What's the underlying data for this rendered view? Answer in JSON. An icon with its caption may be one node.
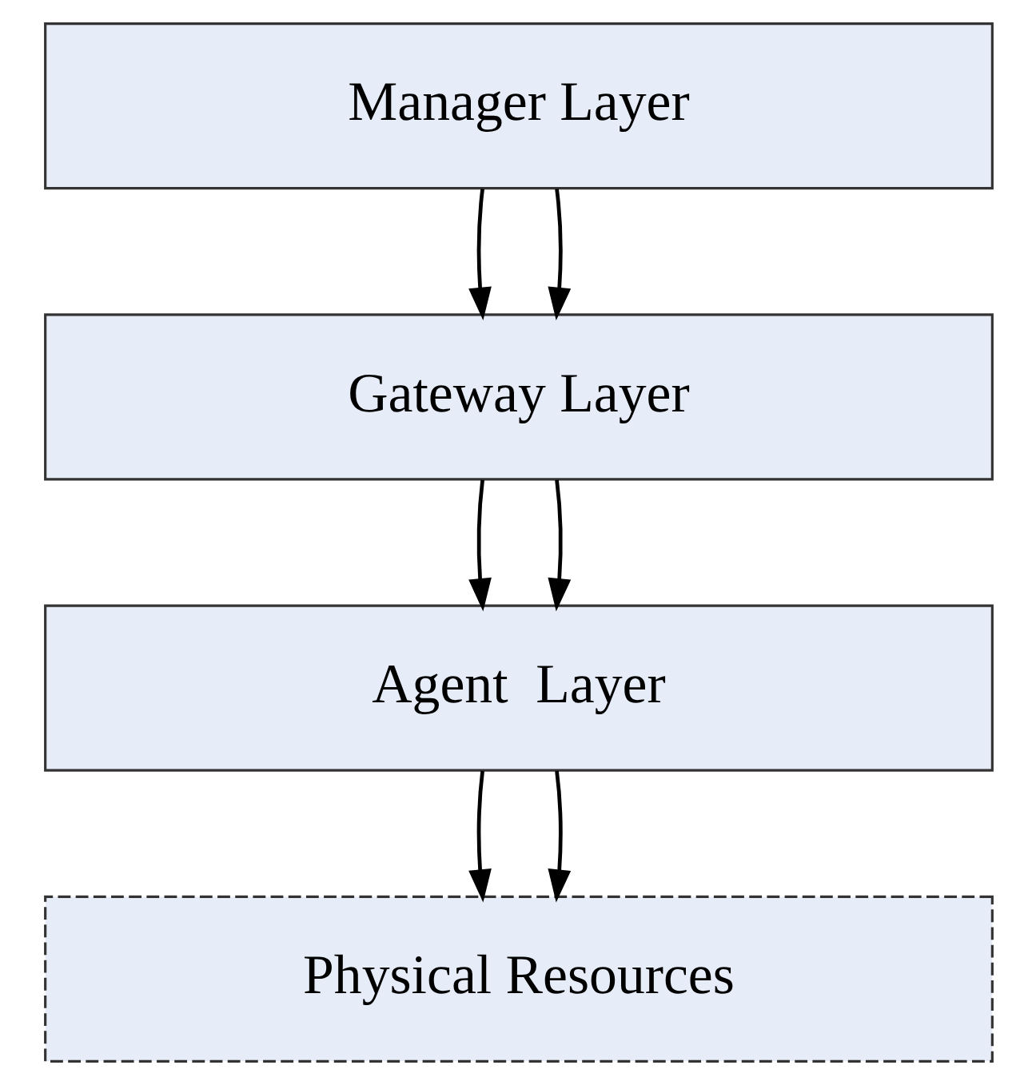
{
  "diagram": {
    "nodes": [
      {
        "text": [
          "Manager Layer"
        ]
      },
      {
        "text": [
          "Gateway Layer"
        ]
      },
      {
        "text": [
          "Agent  Layer"
        ]
      },
      {
        "text": [
          "Physical Resources"
        ]
      }
    ],
    "edges": [
      {
        "from": 0,
        "to": 1,
        "arrow": "to"
      },
      {
        "from": 0,
        "to": 1,
        "arrow": "to"
      },
      {
        "from": 1,
        "to": 2,
        "arrow": "to"
      },
      {
        "from": 1,
        "to": 2,
        "arrow": "to"
      },
      {
        "from": 2,
        "to": 3,
        "arrow": "to"
      },
      {
        "from": 2,
        "to": 3,
        "arrow": "to"
      }
    ]
  }
}
